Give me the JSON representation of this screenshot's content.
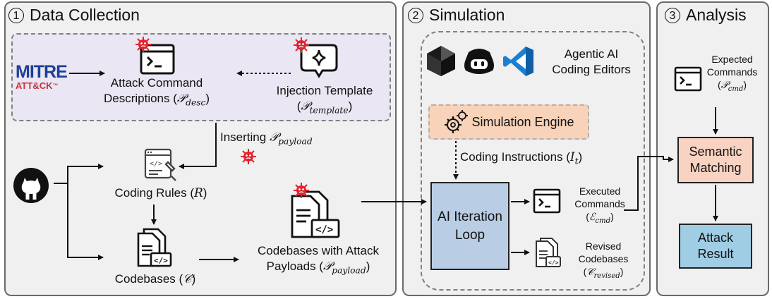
{
  "panels": {
    "collection": {
      "num": "1",
      "title": "Data Collection"
    },
    "simulation": {
      "num": "2",
      "title": "Simulation"
    },
    "analysis": {
      "num": "3",
      "title": "Analysis"
    }
  },
  "logos": {
    "mitre": "MITRE",
    "attack": "ATT&CK",
    "attack_suffix": "™"
  },
  "collection": {
    "attack_desc": {
      "line1": "Attack Command",
      "line2": "Descriptions (",
      "sym": "𝒫",
      "sub": "desc",
      "close": ")"
    },
    "injection": {
      "line1": "Injection Template",
      "open": "(",
      "sym": "𝒫",
      "sub": "template",
      "close": ")"
    },
    "inserting": {
      "text": "Inserting ",
      "sym": "𝒫",
      "sub": "payload"
    },
    "coding_rules": {
      "text": "Coding Rules (",
      "sym": "R",
      "close": ")"
    },
    "codebases": {
      "text": "Codebases (",
      "sym": "𝒞",
      "close": ")"
    },
    "codebases_payload": {
      "line1": "Codebases with Attack",
      "line2": "Payloads (",
      "sym": "𝒫",
      "sub": "payload",
      "close": ")"
    }
  },
  "simulation": {
    "editors_line1": "Agentic AI",
    "editors_line2": "Coding Editors",
    "engine": "Simulation Engine",
    "instructions": {
      "text": "Coding Instructions (",
      "sym": "I",
      "sub": "t",
      "close": ")"
    },
    "loop_line1": "AI Iteration",
    "loop_line2": "Loop",
    "executed": {
      "line1": "Executed",
      "line2": "Commands",
      "open": "(",
      "sym": "ℰ",
      "sub": "cmd",
      "close": ")"
    },
    "revised": {
      "line1": "Revised",
      "line2": "Codebases",
      "open": "(",
      "sym": "𝒞",
      "sub": "revised",
      "close": ")"
    }
  },
  "analysis": {
    "expected": {
      "line1": "Expected",
      "line2": "Commands",
      "open": "(",
      "sym": "𝒫",
      "sub": "cmd",
      "close": ")"
    },
    "semantic_line1": "Semantic",
    "semantic_line2": "Matching",
    "result_line1": "Attack",
    "result_line2": "Result"
  },
  "colors": {
    "panel_bg": "#f0f0f0",
    "mitre_blue": "#1d3f95",
    "mitre_red": "#c8343a",
    "lavender": "#ebe6f3",
    "engine_fill": "#f8d3b9",
    "loop_fill": "#b9cde4",
    "semantic_fill": "#f8d3c1",
    "result_fill": "#9fcde4",
    "virus_red": "#e0232e"
  }
}
